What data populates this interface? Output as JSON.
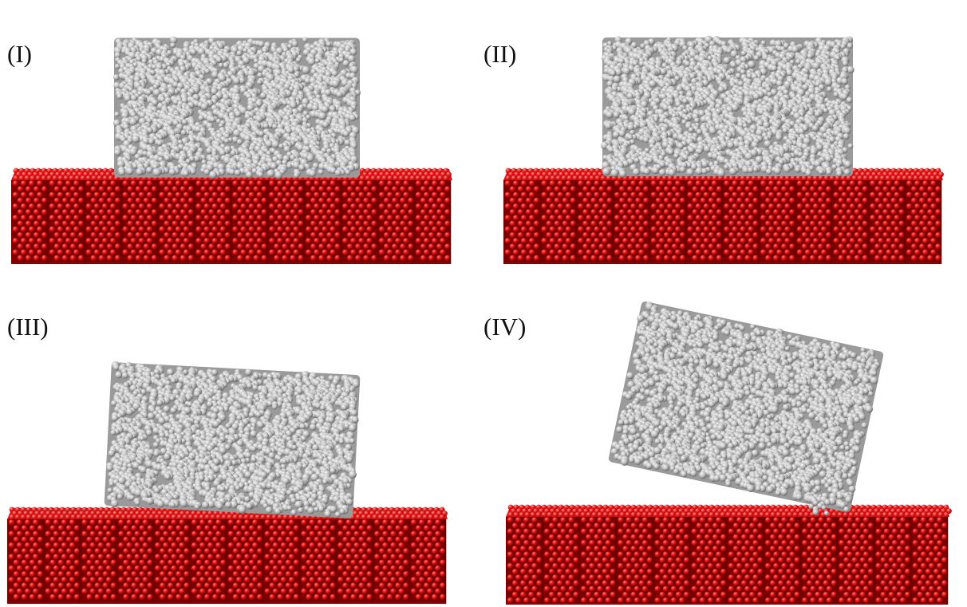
{
  "figure": {
    "panels": [
      {
        "label": "(I)",
        "state": "cluster resting flat on substrate"
      },
      {
        "label": "(II)",
        "state": "cluster resting flat on substrate"
      },
      {
        "label": "(III)",
        "state": "cluster slightly tilted on substrate"
      },
      {
        "label": "(IV)",
        "state": "cluster tilted and lifting off substrate"
      }
    ],
    "colors": {
      "substrate": "#e01010",
      "substrate_dark": "#7a0000",
      "substrate_highlight": "#ff7a7a",
      "cluster": "#b4b4b4",
      "cluster_dark": "#6e6e6e",
      "cluster_highlight": "#f2f2f2"
    }
  }
}
